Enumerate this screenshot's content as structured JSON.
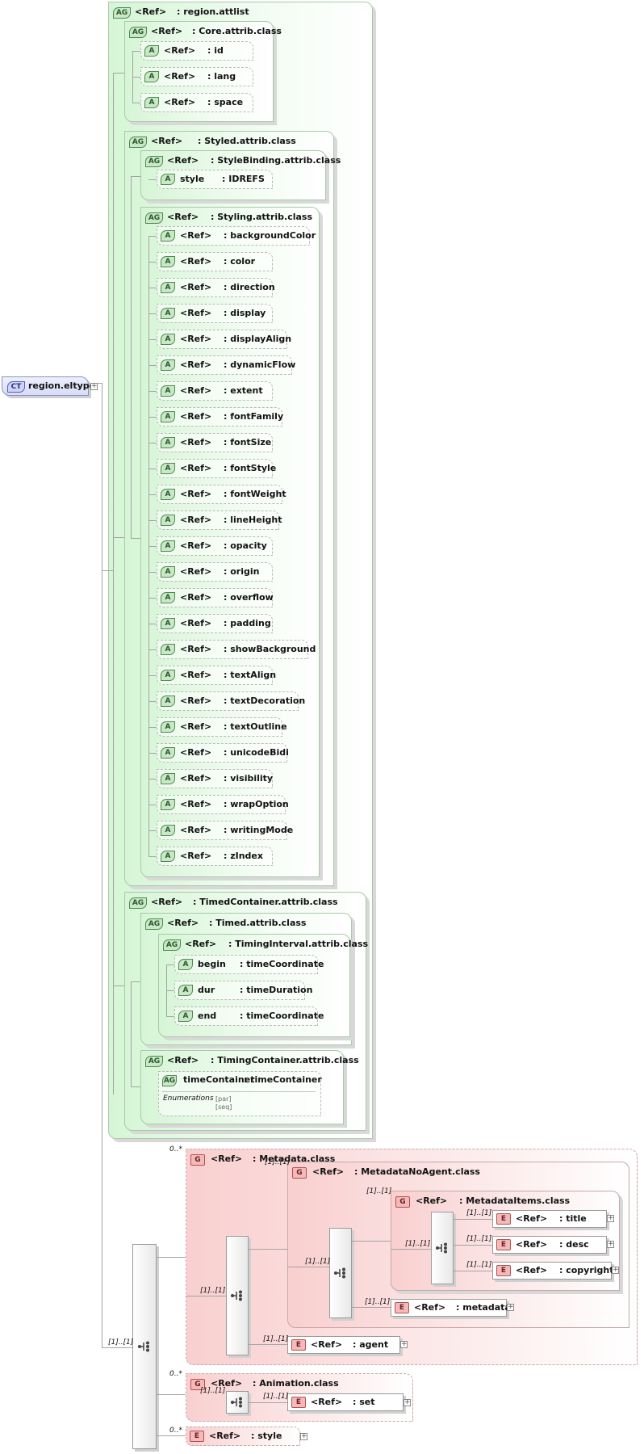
{
  "root": {
    "tag": "CT",
    "name": "region.eltype"
  },
  "attlist": {
    "tag": "AG",
    "ref": "<Ref>",
    "type": ": region.attlist"
  },
  "core": {
    "tag": "AG",
    "ref": "<Ref>",
    "type": ": Core.attrib.class",
    "items": [
      {
        "ref": "<Ref>",
        "type": ": id"
      },
      {
        "ref": "<Ref>",
        "type": ": lang"
      },
      {
        "ref": "<Ref>",
        "type": ": space"
      }
    ]
  },
  "styled": {
    "tag": "AG",
    "ref": "<Ref>",
    "type": ": Styled.attrib.class"
  },
  "stylebinding": {
    "tag": "AG",
    "ref": "<Ref>",
    "type": ": StyleBinding.attrib.class",
    "items": [
      {
        "ref": "style",
        "type": ": IDREFS"
      }
    ]
  },
  "styling": {
    "tag": "AG",
    "ref": "<Ref>",
    "type": ": Styling.attrib.class",
    "items": [
      {
        "ref": "<Ref>",
        "type": ": backgroundColor"
      },
      {
        "ref": "<Ref>",
        "type": ": color"
      },
      {
        "ref": "<Ref>",
        "type": ": direction"
      },
      {
        "ref": "<Ref>",
        "type": ": display"
      },
      {
        "ref": "<Ref>",
        "type": ": displayAlign"
      },
      {
        "ref": "<Ref>",
        "type": ": dynamicFlow"
      },
      {
        "ref": "<Ref>",
        "type": ": extent"
      },
      {
        "ref": "<Ref>",
        "type": ": fontFamily"
      },
      {
        "ref": "<Ref>",
        "type": ": fontSize"
      },
      {
        "ref": "<Ref>",
        "type": ": fontStyle"
      },
      {
        "ref": "<Ref>",
        "type": ": fontWeight"
      },
      {
        "ref": "<Ref>",
        "type": ": lineHeight"
      },
      {
        "ref": "<Ref>",
        "type": ": opacity"
      },
      {
        "ref": "<Ref>",
        "type": ": origin"
      },
      {
        "ref": "<Ref>",
        "type": ": overflow"
      },
      {
        "ref": "<Ref>",
        "type": ": padding"
      },
      {
        "ref": "<Ref>",
        "type": ": showBackground"
      },
      {
        "ref": "<Ref>",
        "type": ": textAlign"
      },
      {
        "ref": "<Ref>",
        "type": ": textDecoration"
      },
      {
        "ref": "<Ref>",
        "type": ": textOutline"
      },
      {
        "ref": "<Ref>",
        "type": ": unicodeBidi"
      },
      {
        "ref": "<Ref>",
        "type": ": visibility"
      },
      {
        "ref": "<Ref>",
        "type": ": wrapOption"
      },
      {
        "ref": "<Ref>",
        "type": ": writingMode"
      },
      {
        "ref": "<Ref>",
        "type": ": zIndex"
      }
    ]
  },
  "timedcontainer": {
    "tag": "AG",
    "ref": "<Ref>",
    "type": ": TimedContainer.attrib.class"
  },
  "timed": {
    "tag": "AG",
    "ref": "<Ref>",
    "type": ": Timed.attrib.class"
  },
  "timinginterval": {
    "tag": "AG",
    "ref": "<Ref>",
    "type": ": TimingInterval.attrib.class",
    "items": [
      {
        "ref": "begin",
        "type": ": timeCoordinate"
      },
      {
        "ref": "dur",
        "type": ": timeDuration"
      },
      {
        "ref": "end",
        "type": ": timeCoordinate"
      }
    ]
  },
  "timingcontainer": {
    "tag": "AG",
    "ref": "<Ref>",
    "type": ": TimingContainer.attrib.class",
    "item": {
      "ref": "timeContainer",
      "type": ": timeContainer"
    },
    "enum_label": "Enumerations",
    "enum_values": [
      "[par]",
      "[seq]"
    ]
  },
  "metadata": {
    "tag": "G",
    "ref": "<Ref>",
    "type": ": Metadata.class",
    "card": "0..*"
  },
  "metadatanoagent": {
    "tag": "G",
    "ref": "<Ref>",
    "type": ": MetadataNoAgent.class",
    "card": "[1]..[1]"
  },
  "metadataitems": {
    "tag": "G",
    "ref": "<Ref>",
    "type": ": MetadataItems.class",
    "card": "[1]..[1]",
    "items": [
      {
        "tag": "E",
        "ref": "<Ref>",
        "type": ": title",
        "card": "[1]..[1]"
      },
      {
        "tag": "E",
        "ref": "<Ref>",
        "type": ": desc",
        "card": "[1]..[1]"
      },
      {
        "tag": "E",
        "ref": "<Ref>",
        "type": ": copyright",
        "card": "[1]..[1]"
      }
    ]
  },
  "metadata_el": {
    "tag": "E",
    "ref": "<Ref>",
    "type": ": metadata",
    "card": "[1]..[1]"
  },
  "agent": {
    "tag": "E",
    "ref": "<Ref>",
    "type": ": agent",
    "card": "[1]..[1]"
  },
  "animation": {
    "tag": "G",
    "ref": "<Ref>",
    "type": ": Animation.class",
    "card": "0..*"
  },
  "set": {
    "tag": "E",
    "ref": "<Ref>",
    "type": ": set",
    "card": "[1]..[1]"
  },
  "style_el": {
    "tag": "E",
    "ref": "<Ref>",
    "type": ": style",
    "card": "0..*"
  },
  "cards": {
    "root_seq": "[1]..[1]",
    "meta_seq": "[1]..[1]",
    "noagent_seq": "[1]..[1]",
    "items_seq": "[1]..[1]",
    "anim_seq": "[1]..[1]",
    "plus": "+"
  }
}
